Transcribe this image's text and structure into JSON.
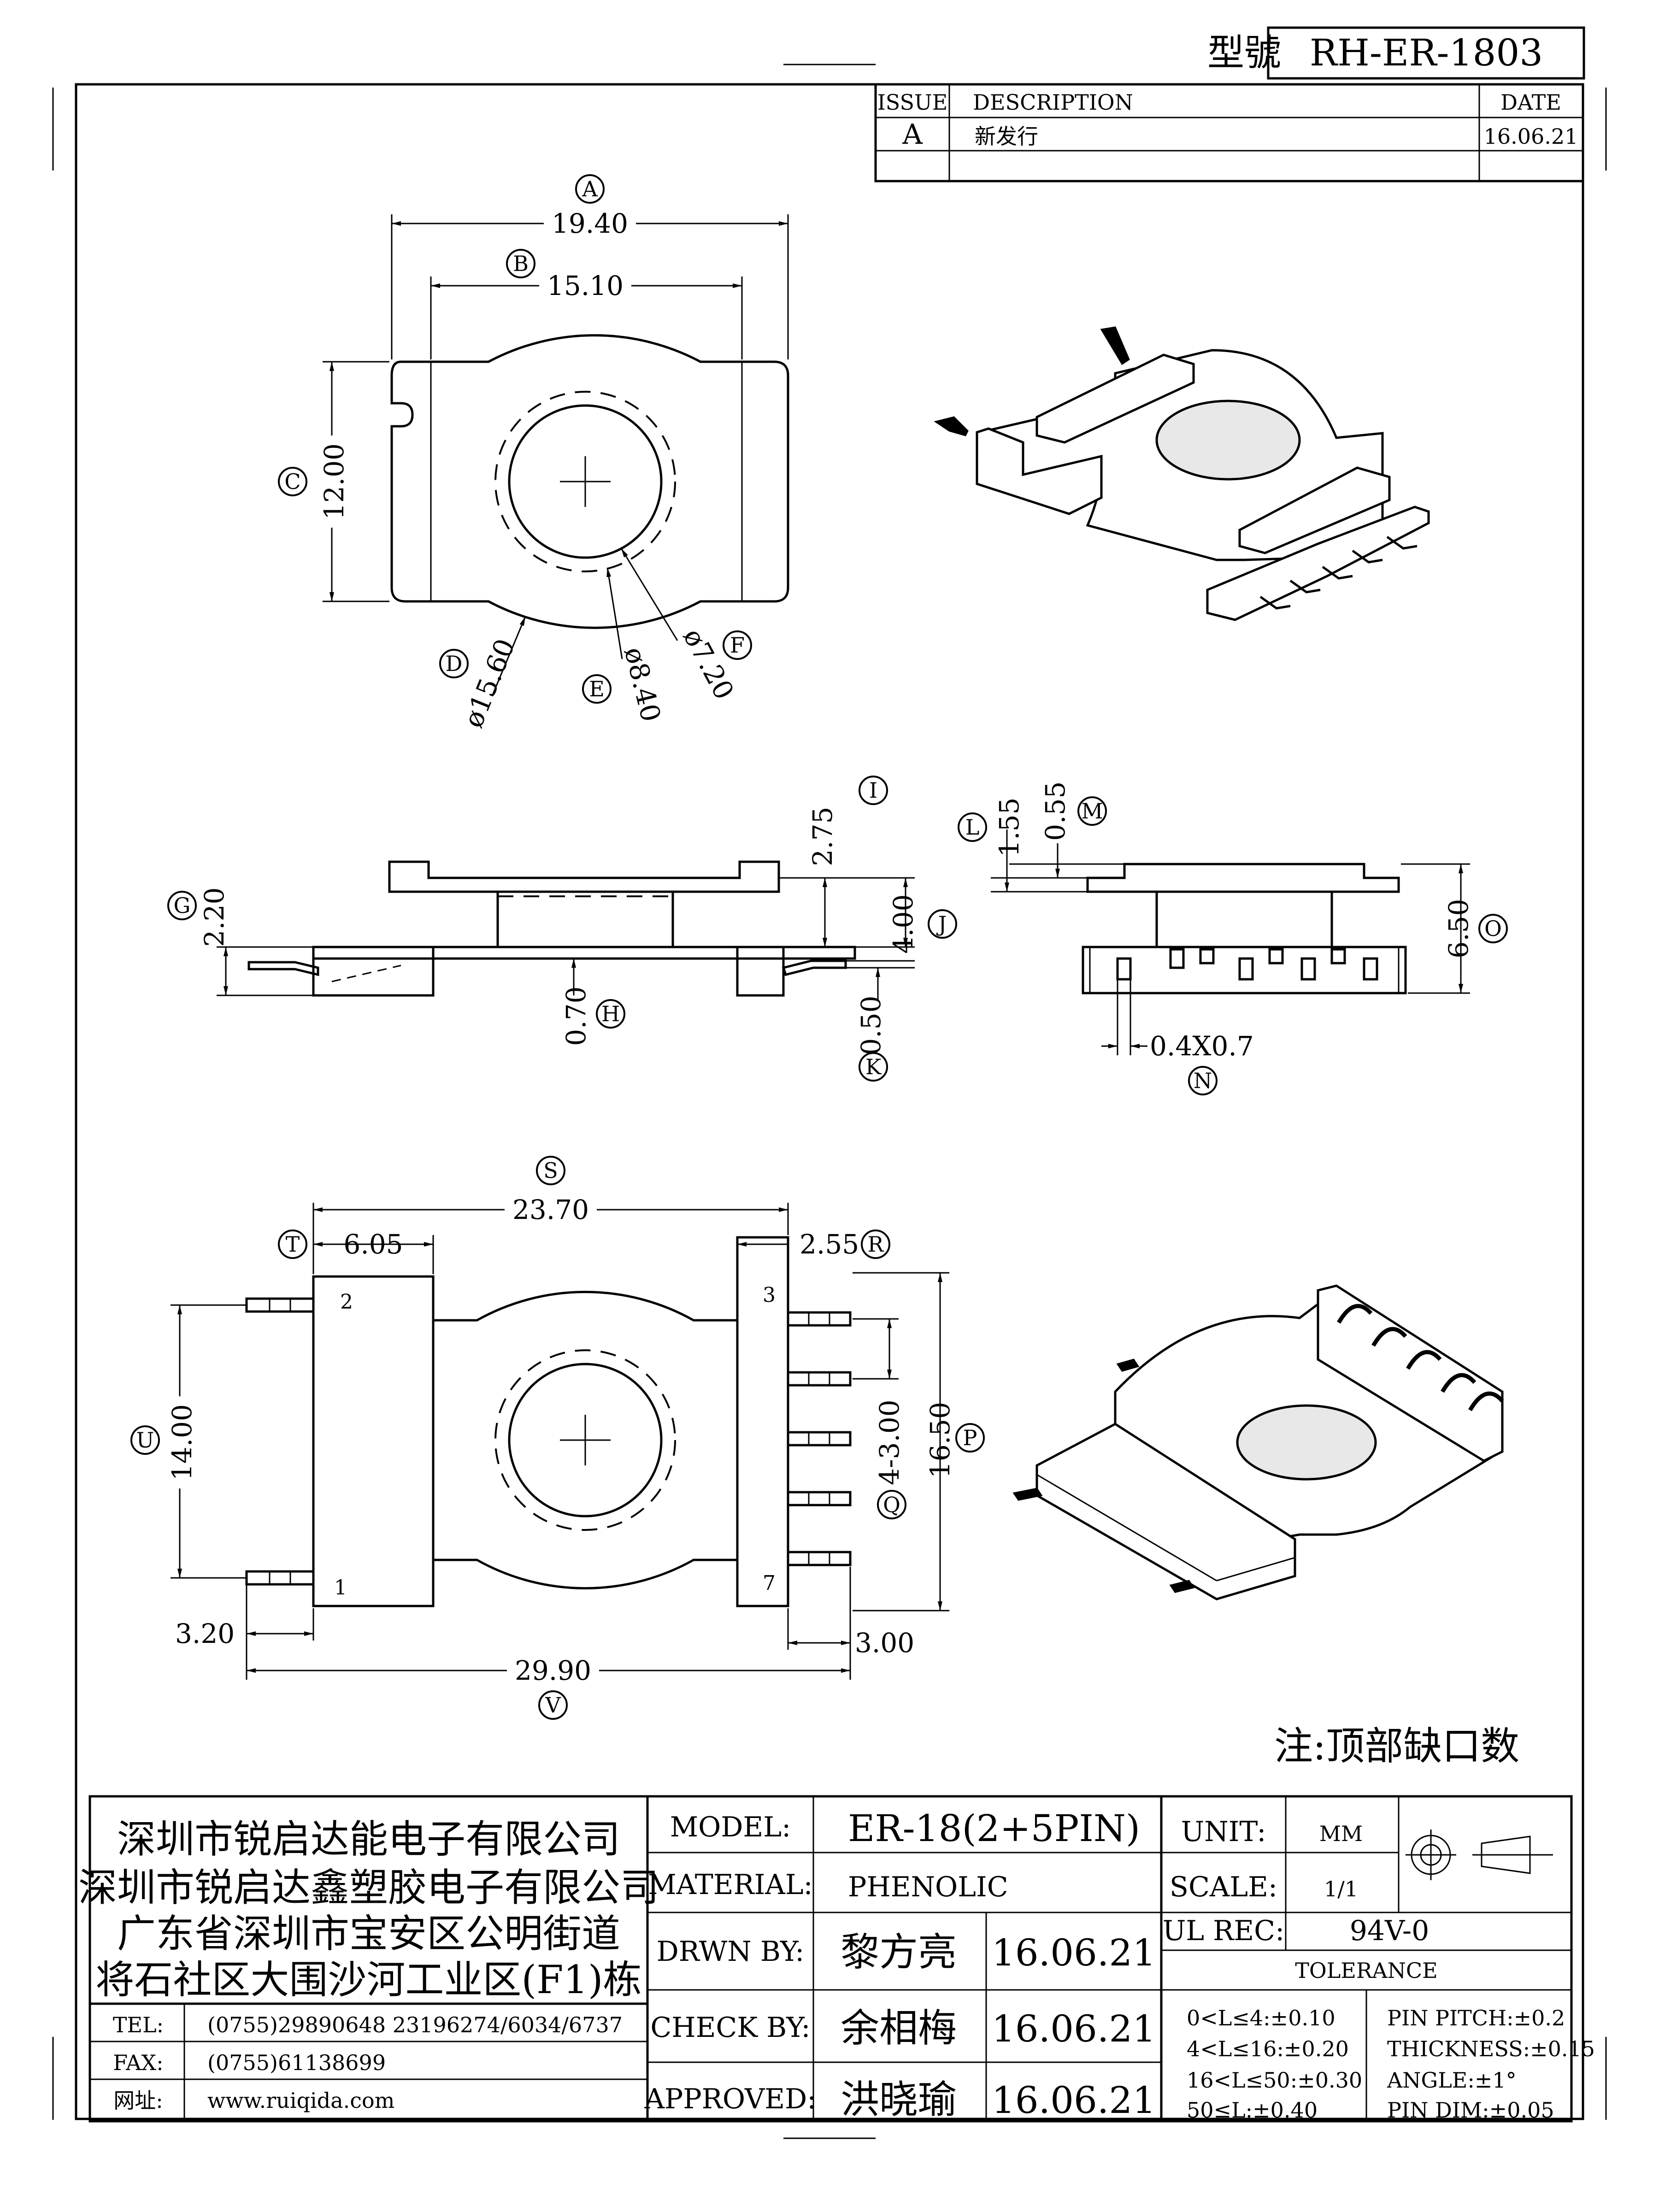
{
  "header": {
    "model_label": "型號",
    "model_no": "RH-ER-1803"
  },
  "revision": {
    "col_issue": "ISSUE",
    "col_description": "DESCRIPTION",
    "col_date": "DATE",
    "issue": "A",
    "description": "新发行",
    "date": "16.06.21"
  },
  "dimensions": {
    "A": {
      "tag": "A",
      "value": "19.40"
    },
    "B": {
      "tag": "B",
      "value": "15.10"
    },
    "C": {
      "tag": "C",
      "value": "12.00"
    },
    "D": {
      "tag": "D",
      "value": "ø15.60"
    },
    "E": {
      "tag": "E",
      "value": "ø8.40"
    },
    "F": {
      "tag": "F",
      "value": "ø7.20"
    },
    "G": {
      "tag": "G",
      "value": "2.20"
    },
    "H": {
      "tag": "H",
      "value": "0.70"
    },
    "I": {
      "tag": "I",
      "value": "2.75"
    },
    "J": {
      "tag": "J",
      "value": "4.00"
    },
    "K": {
      "tag": "K",
      "value": "0.50"
    },
    "L": {
      "tag": "L",
      "value": "1.55"
    },
    "M": {
      "tag": "M",
      "value": "0.55"
    },
    "N": {
      "tag": "N",
      "value": "0.4X0.7"
    },
    "O": {
      "tag": "O",
      "value": "6.50"
    },
    "P": {
      "tag": "P",
      "value": "16.50"
    },
    "Q": {
      "tag": "Q",
      "value": "4-3.00"
    },
    "R": {
      "tag": "R",
      "value": "2.55"
    },
    "S": {
      "tag": "S",
      "value": "23.70"
    },
    "T": {
      "tag": "T",
      "value": "6.05"
    },
    "U": {
      "tag": "U",
      "value": "14.00"
    },
    "V": {
      "tag": "V",
      "value": "29.90"
    },
    "pin_width_left": "3.20",
    "pin_width_right": "3.00"
  },
  "pin_numbers": {
    "p1": "1",
    "p2": "2",
    "p3": "3",
    "p7": "7"
  },
  "note": "注:顶部缺口数",
  "company": {
    "line1": "深圳市锐启达能电子有限公司",
    "line2": "深圳市锐启达鑫塑胶电子有限公司",
    "line3": "广东省深圳市宝安区公明街道",
    "line4": "将石社区大围沙河工业区(F1)栋",
    "tel_label": "TEL:",
    "tel": "(0755)29890648  23196274/6034/6737",
    "fax_label": "FAX:",
    "fax": "(0755)61138699",
    "web_label": "网址:",
    "web": "www.ruiqida.com"
  },
  "title_block": {
    "model_label": "MODEL:",
    "model": "ER-18(2+5PIN)",
    "material_label": "MATERIAL:",
    "material": "PHENOLIC",
    "drawn_label": "DRWN BY:",
    "drawn_by": "黎方亮",
    "drawn_date": "16.06.21",
    "check_label": "CHECK BY:",
    "check_by": "余相梅",
    "check_date": "16.06.21",
    "approved_label": "APPROVED:",
    "approved_by": "洪晓瑜",
    "approved_date": "16.06.21",
    "unit_label": "UNIT:",
    "unit": "MM",
    "scale_label": "SCALE:",
    "scale": "1/1",
    "ul_label": "UL REC:",
    "ul": "94V-0",
    "tolerance_label": "TOLERANCE",
    "tol1": "0<L≤4:±0.10",
    "tol2": "4<L≤16:±0.20",
    "tol3": "16<L≤50:±0.30",
    "tol4": "50≤L:±0.40",
    "tol5": "PIN PITCH:±0.2",
    "tol6": "THICKNESS:±0.15",
    "tol7": "ANGLE:±1°",
    "tol8": "PIN DIM:±0.05"
  }
}
